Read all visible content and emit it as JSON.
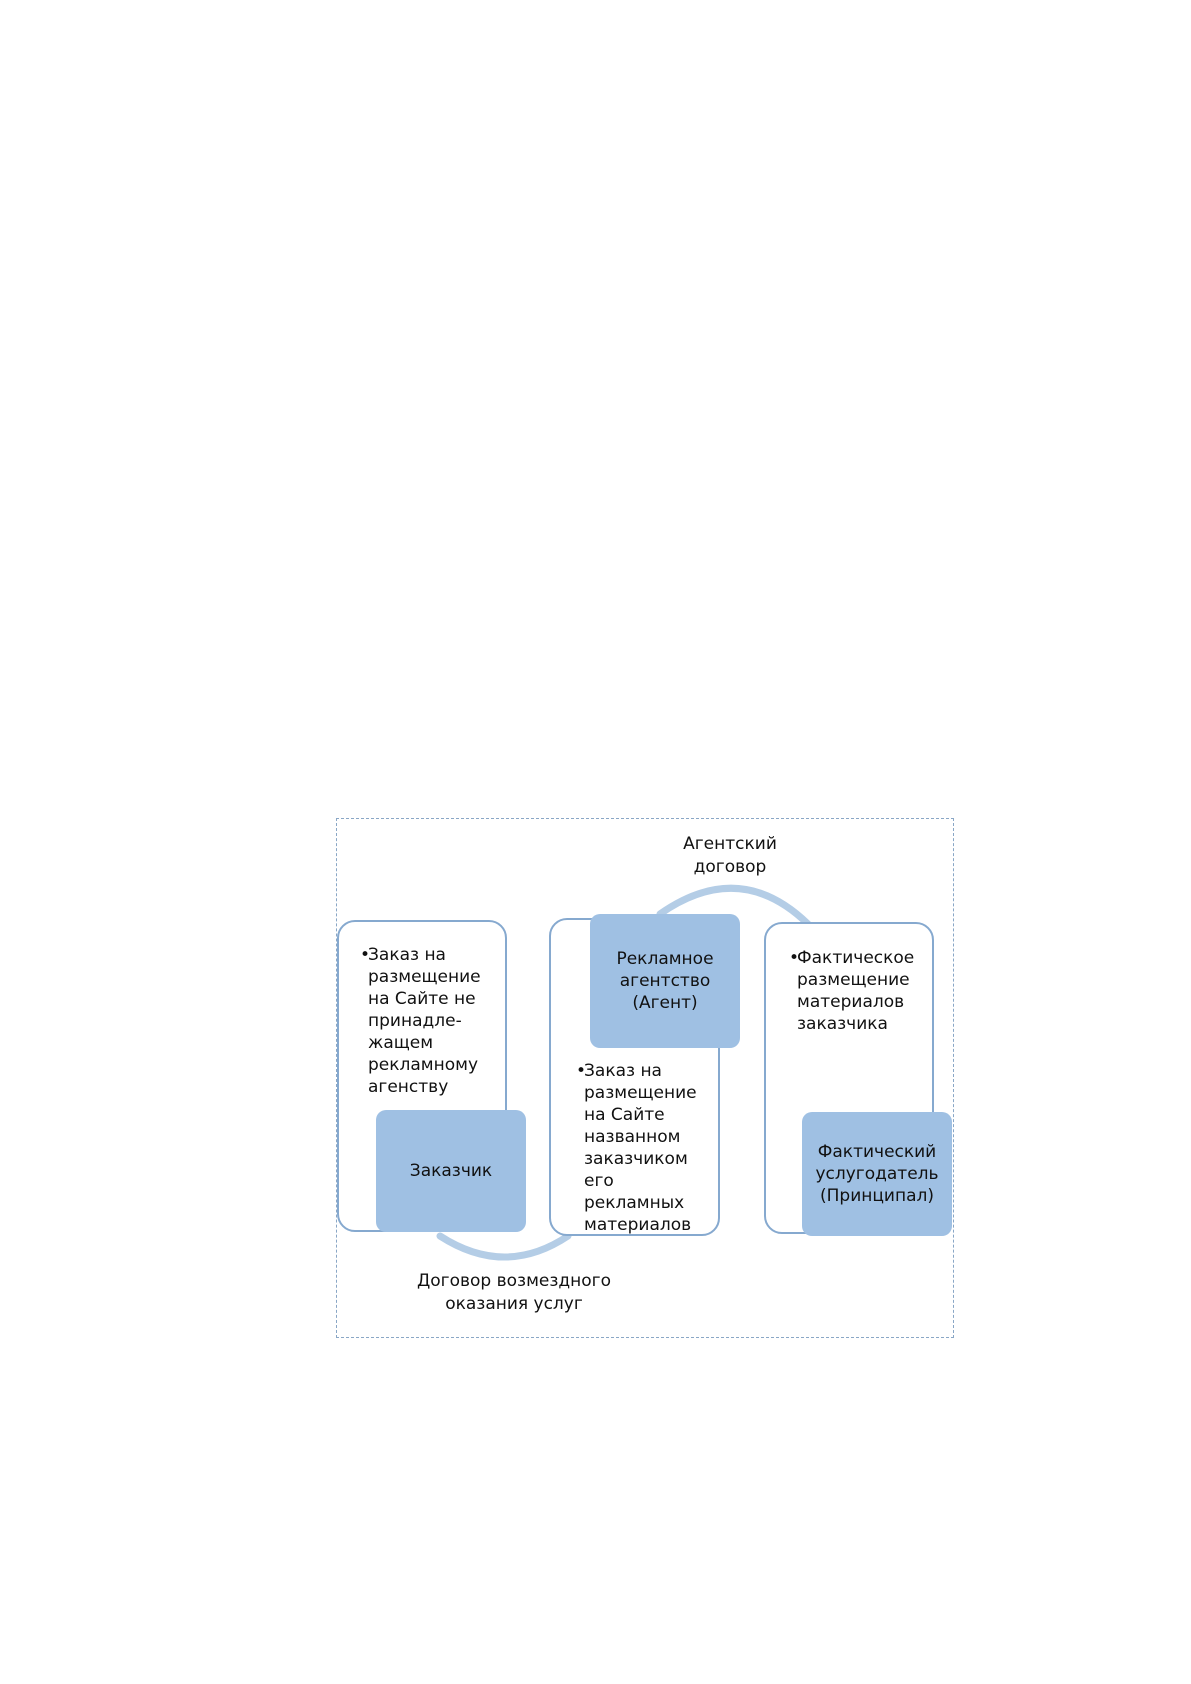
{
  "diagram": {
    "agent_contract_label": "Агентский\nдоговор",
    "service_contract_label": "Договор возмездного\nоказания услуг",
    "customer": {
      "title": "Заказчик",
      "bullet": "Заказ на\nразмещение\nна Сайте не\nпринадле-\nжащем\nрекламному\nагенству"
    },
    "agency": {
      "title": "Рекламное\nагентство\n(Агент)",
      "bullet": "Заказ на\nразмещение\nна Сайте\nназванном\nзаказчиком\nего\nрекламных\nматериалов"
    },
    "principal": {
      "title": "Фактический\nуслугодатель\n(Принципал)",
      "bullet": "Фактическое\nразмещение\nматериалов\nзаказчика"
    },
    "colors": {
      "box_fill": "#9fc0e3",
      "outline": "#86a9cf",
      "arc": "#b4cde6",
      "frame": "#8aa7c6"
    }
  }
}
